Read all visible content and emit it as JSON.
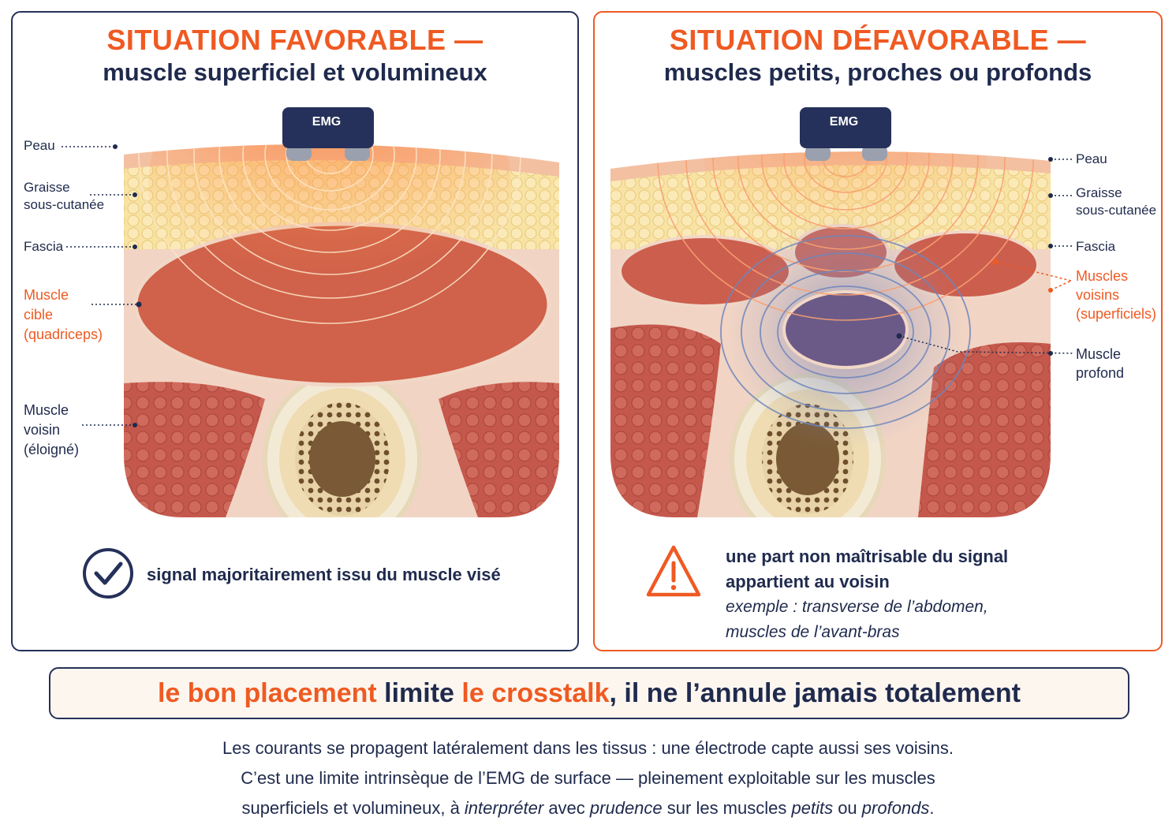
{
  "left": {
    "title_line1": "SITUATION FAVORABLE —",
    "title_line2": "muscle superficiel et volumineux",
    "emg_label": "EMG",
    "labels": {
      "peau": "Peau",
      "graisse_1": "Graisse",
      "graisse_2": "sous-cutanée",
      "fascia": "Fascia",
      "cible_1": "Muscle",
      "cible_2": "cible",
      "cible_3": "(quadriceps)",
      "voisin_1": "Muscle",
      "voisin_2": "voisin",
      "voisin_3": "(éloigné)"
    },
    "verdict": "signal majoritairement issu du muscle visé",
    "verdict_icon": "check-circle-icon"
  },
  "right": {
    "title_line1": "SITUATION DÉFAVORABLE —",
    "title_line2": "muscles petits, proches ou profonds",
    "emg_label": "EMG",
    "labels": {
      "peau": "Peau",
      "graisse_1": "Graisse",
      "graisse_2": "sous-cutanée",
      "fascia": "Fascia",
      "voisins_1": "Muscles",
      "voisins_2": "voisins",
      "voisins_3": "(superficiels)",
      "profond_1": "Muscle",
      "profond_2": "profond"
    },
    "verdict_line1": "une part non maîtrisable du signal",
    "verdict_line2": "appartient au voisin",
    "example_line1": "exemple : transverse de l’abdomen,",
    "example_line2": "muscles de l’avant-bras",
    "verdict_icon": "warning-triangle-icon"
  },
  "banner": {
    "part1": "le bon placement",
    "part2": " limite ",
    "part3": "le crosstalk",
    "part4": ", il ne l’annule jamais totalement"
  },
  "footer": {
    "line1": "Les courants se propagent latéralement dans les tissus : une électrode capte aussi ses voisins.",
    "line2": "C’est une limite intrinsèque de l’EMG de surface — pleinement exploitable sur les muscles",
    "line3_a": "superficiels et volumineux, à ",
    "line3_b": "interpréter",
    "line3_c": " avec ",
    "line3_d": "prudence",
    "line3_e": " sur les muscles ",
    "line3_f": "petits",
    "line3_g": " ou ",
    "line3_h": "profonds",
    "line3_i": "."
  },
  "colors": {
    "accent_orange": "#ef5a22",
    "navy": "#1f2a4d",
    "fat_yellow": "#f7e0a0",
    "muscle_red": "#c9564a",
    "deep_blue": "#5a6aa8"
  }
}
